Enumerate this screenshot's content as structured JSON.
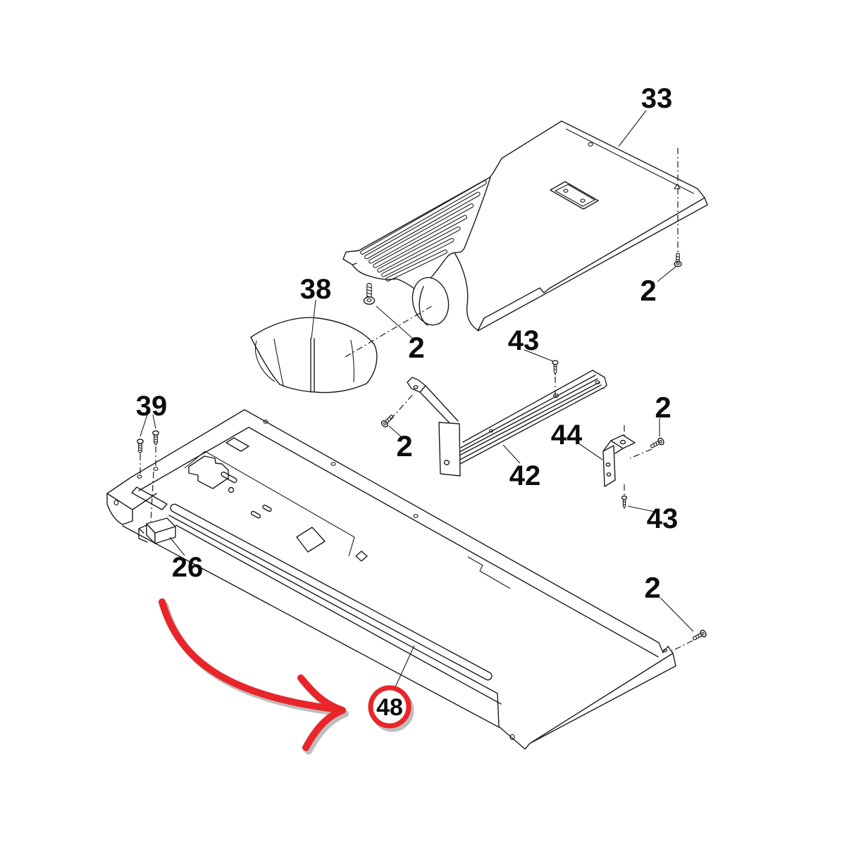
{
  "diagram": {
    "type": "exploded-parts-diagram",
    "background": "#ffffff",
    "line_color": "#1a1a1a",
    "accent_color": "#e8262a",
    "shadow_color": "#b3b3b3",
    "highlighted_part": "48",
    "callouts": [
      {
        "id": "33",
        "label": "33"
      },
      {
        "id": "38",
        "label": "38"
      },
      {
        "id": "39",
        "label": "39"
      },
      {
        "id": "2a",
        "label": "2"
      },
      {
        "id": "2b",
        "label": "2"
      },
      {
        "id": "2c",
        "label": "2"
      },
      {
        "id": "2d",
        "label": "2"
      },
      {
        "id": "2e",
        "label": "2"
      },
      {
        "id": "43a",
        "label": "43"
      },
      {
        "id": "43b",
        "label": "43"
      },
      {
        "id": "42",
        "label": "42"
      },
      {
        "id": "44",
        "label": "44"
      },
      {
        "id": "26",
        "label": "26"
      },
      {
        "id": "48",
        "label": "48"
      }
    ]
  }
}
